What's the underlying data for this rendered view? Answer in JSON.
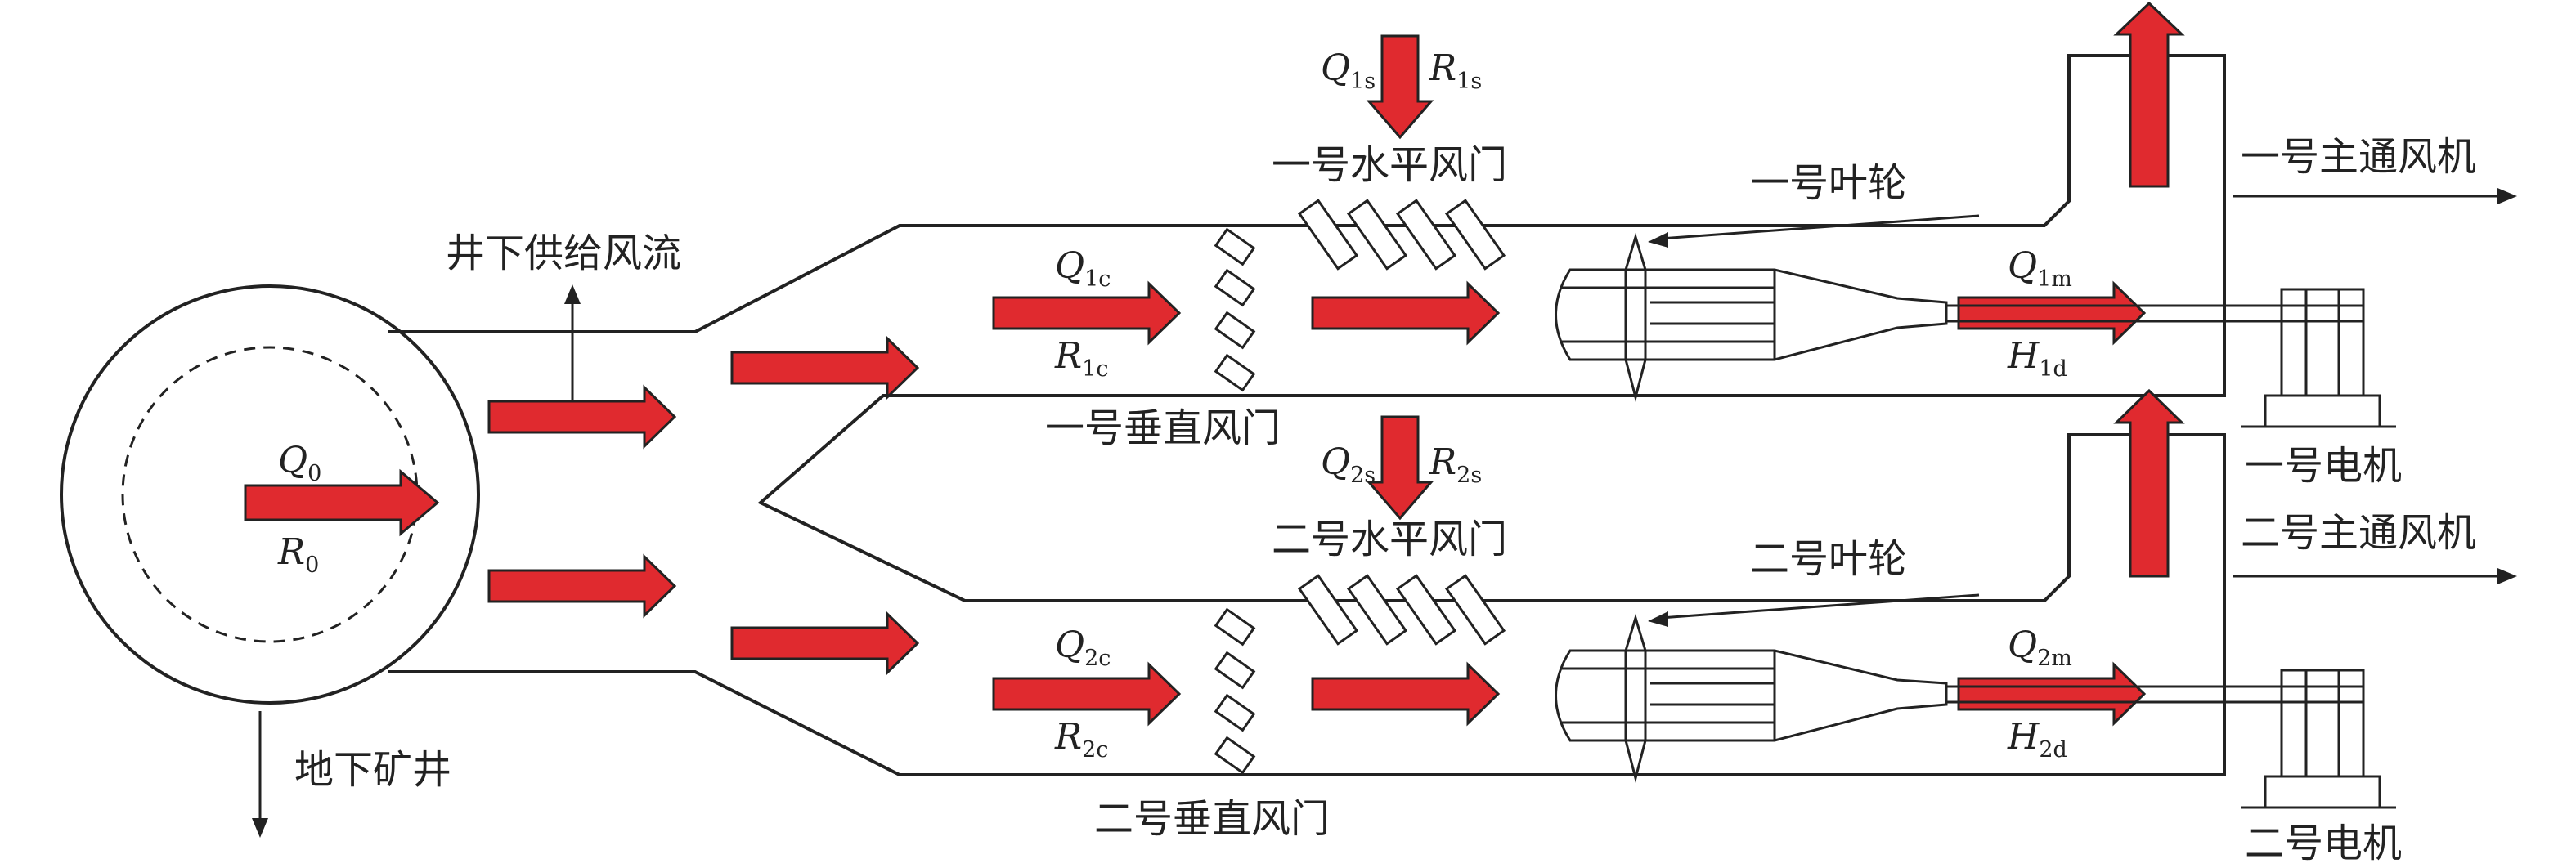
{
  "labels": {
    "underground_supply_airflow": "井下供给风流",
    "underground_mine": "地下矿井",
    "vertical_door_1": "一号垂直风门",
    "vertical_door_2": "二号垂直风门",
    "horizontal_door_1": "一号水平风门",
    "horizontal_door_2": "二号水平风门",
    "impeller_1": "一号叶轮",
    "impeller_2": "二号叶轮",
    "main_fan_1": "一号主通风机",
    "main_fan_2": "二号主通风机",
    "motor_1": "一号电机",
    "motor_2": "二号电机"
  },
  "symbols": {
    "q0": {
      "main": "Q",
      "sub": "0"
    },
    "r0": {
      "main": "R",
      "sub": "0"
    },
    "q1c": {
      "main": "Q",
      "sub": "1c"
    },
    "r1c": {
      "main": "R",
      "sub": "1c"
    },
    "q2c": {
      "main": "Q",
      "sub": "2c"
    },
    "r2c": {
      "main": "R",
      "sub": "2c"
    },
    "q1s": {
      "main": "Q",
      "sub": "1s"
    },
    "r1s": {
      "main": "R",
      "sub": "1s"
    },
    "q2s": {
      "main": "Q",
      "sub": "2s"
    },
    "r2s": {
      "main": "R",
      "sub": "2s"
    },
    "q1m": {
      "main": "Q",
      "sub": "1m"
    },
    "h1d": {
      "main": "H",
      "sub": "1d"
    },
    "q2m": {
      "main": "Q",
      "sub": "2m"
    },
    "h2d": {
      "main": "H",
      "sub": "2d"
    }
  },
  "colors": {
    "airflow_arrow": "#e02a2f",
    "line": "#222222"
  }
}
